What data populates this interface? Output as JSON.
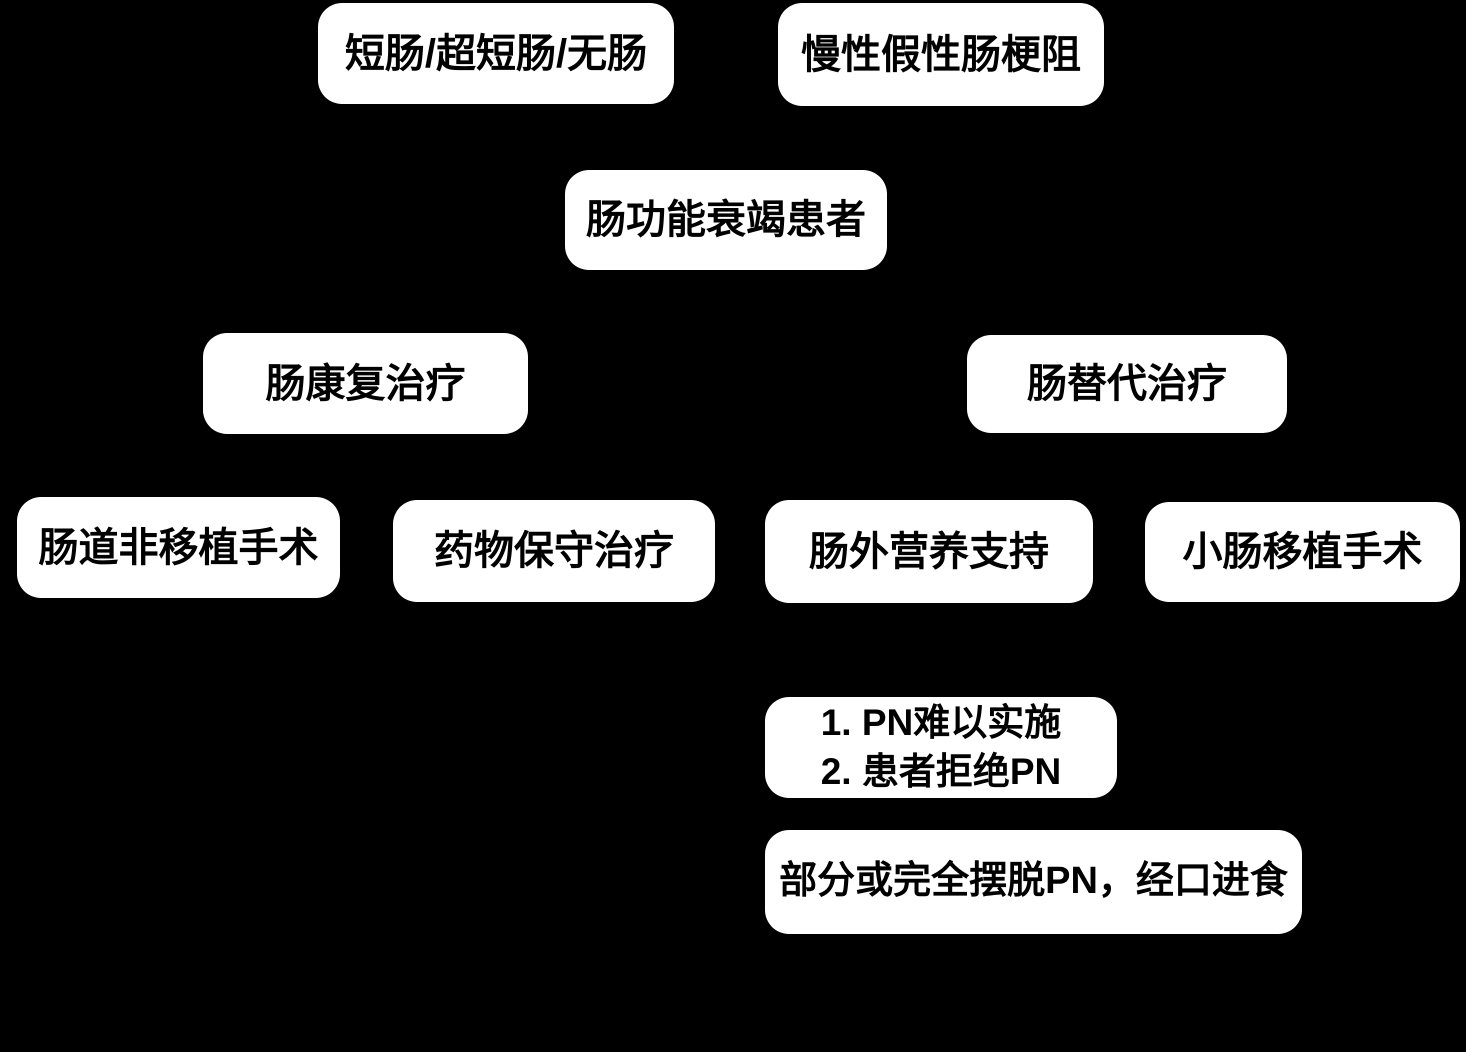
{
  "diagram": {
    "type": "flowchart",
    "background_color": "#000000",
    "node_background_color": "#ffffff",
    "node_text_color": "#000000",
    "nodes": {
      "short_bowel": {
        "label": "短肠/超短肠/无肠"
      },
      "pseudo_obstruction": {
        "label": "慢性假性肠梗阻"
      },
      "intestinal_failure": {
        "label": "肠功能衰竭患者"
      },
      "rehab_therapy": {
        "label": "肠康复治疗"
      },
      "replacement_therapy": {
        "label": "肠替代治疗"
      },
      "non_transplant_surgery": {
        "label": "肠道非移植手术"
      },
      "drug_conservative": {
        "label": "药物保守治疗"
      },
      "parenteral_nutrition": {
        "label": "肠外营养支持"
      },
      "small_bowel_transplant": {
        "label": "小肠移植手术"
      },
      "pn_issues": {
        "line1": "1. PN难以实施",
        "line2": "2. 患者拒绝PN"
      },
      "outcome": {
        "label": "部分或完全摆脱PN，经口进食"
      }
    }
  }
}
